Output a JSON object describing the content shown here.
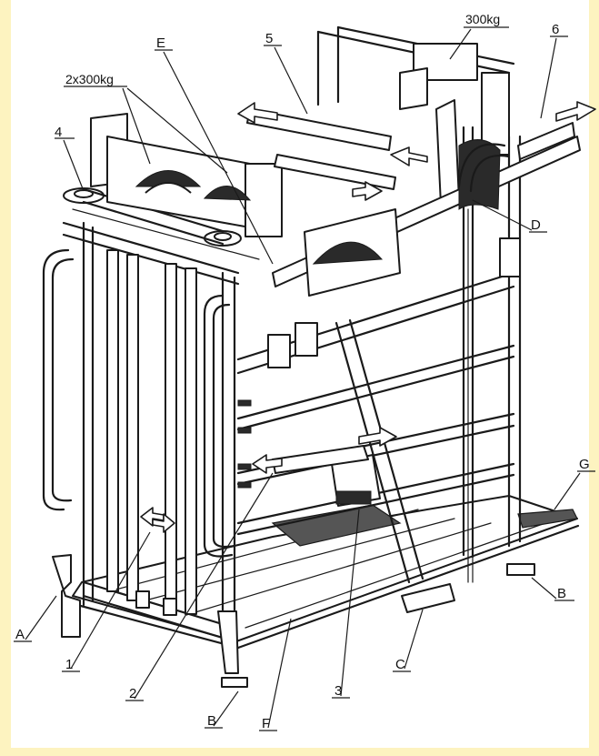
{
  "labels": {
    "l1": "1",
    "l2": "2",
    "l3": "3",
    "l4": "4",
    "l5": "5",
    "l6": "6",
    "la": "A",
    "lb1": "B",
    "lb2": "B",
    "lc": "C",
    "ld": "D",
    "le": "E",
    "lf": "F",
    "lg": "G",
    "w300": "300kg",
    "w2x300": "2x300kg"
  },
  "colors": {
    "background": "#fdf3c0",
    "panel": "#ffffff",
    "line": "#1a1a1a"
  }
}
